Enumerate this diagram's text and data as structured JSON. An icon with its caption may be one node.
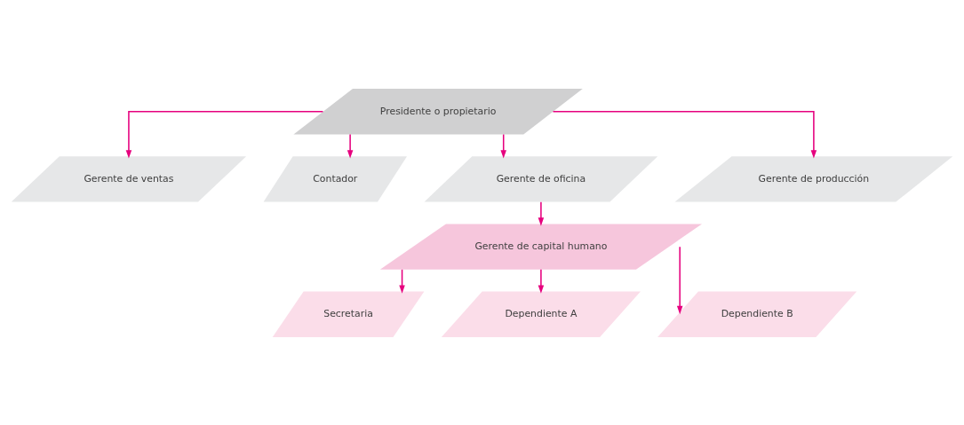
{
  "diagram": {
    "nodes": [
      {
        "text": [
          "Presidente o propietario"
        ]
      },
      {
        "text": [
          "Gerente de ventas"
        ]
      },
      {
        "text": [
          "Contador"
        ]
      },
      {
        "text": [
          "Gerente de oficina"
        ]
      },
      {
        "text": [
          "Gerente de producción"
        ]
      },
      {
        "text": [
          "Gerente de capital humano"
        ]
      },
      {
        "text": [
          "Secretaria"
        ]
      },
      {
        "text": [
          "Dependiente A"
        ]
      },
      {
        "text": [
          "Dependiente B"
        ]
      }
    ],
    "edges": [
      {
        "from": 0,
        "to": 1,
        "arrow": "to"
      },
      {
        "from": 0,
        "to": 2,
        "arrow": "to"
      },
      {
        "from": 0,
        "to": 3,
        "arrow": "to"
      },
      {
        "from": 0,
        "to": 4,
        "arrow": "to"
      },
      {
        "from": 3,
        "to": 5,
        "arrow": "to"
      },
      {
        "from": 5,
        "to": 6,
        "arrow": "to"
      },
      {
        "from": 5,
        "to": 7,
        "arrow": "to"
      },
      {
        "from": 5,
        "to": 8,
        "arrow": "to"
      }
    ]
  }
}
